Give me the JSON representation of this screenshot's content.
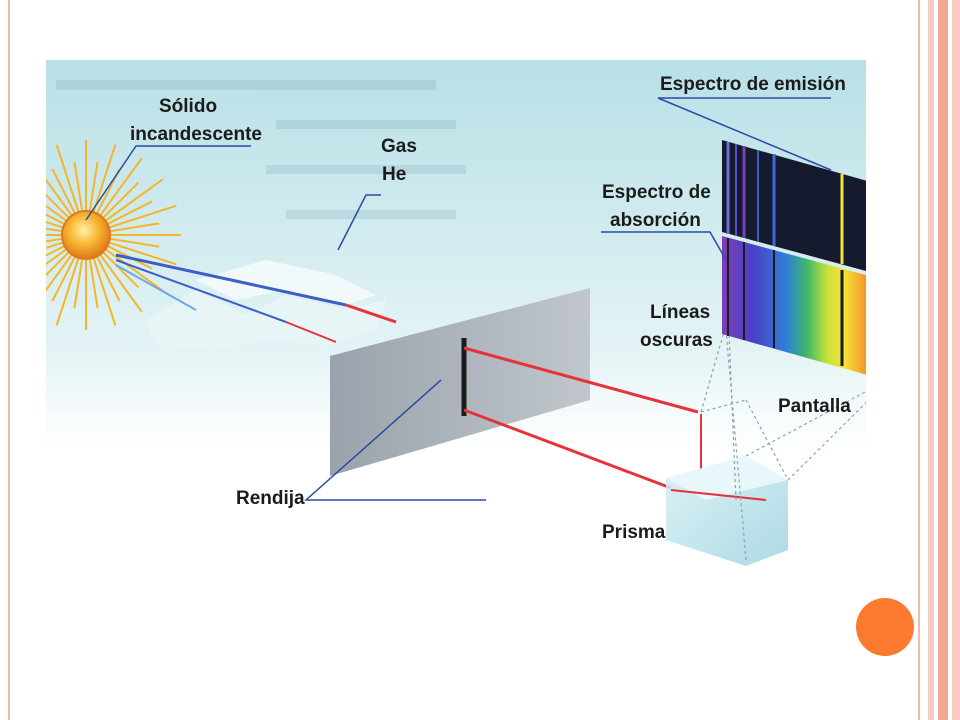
{
  "colors": {
    "frame_border": "#f2b8a8",
    "side_bar_light": "#f7cbbf",
    "side_bar_mid": "#f0a894",
    "orange_dot": "#fb7a30",
    "background_top": "#b8e0e6",
    "slit_panel": "#a9b2ba",
    "sun": "#f5a623",
    "ray_red": "#e6333a",
    "ray_blue": "#3b5fc6",
    "label_line": "#2b4aa6"
  },
  "labels": {
    "solid": [
      "Sólido",
      "incandescente"
    ],
    "gas": [
      "Gas",
      "He"
    ],
    "emission": "Espectro de emisión",
    "absorption": [
      "Espectro de",
      "absorción"
    ],
    "dark_lines": [
      "Líneas",
      "oscuras"
    ],
    "screen": "Pantalla",
    "slit": "Rendija",
    "prism": "Prisma"
  },
  "icons": {
    "sun": "sun-icon",
    "prism": "prism-icon"
  }
}
